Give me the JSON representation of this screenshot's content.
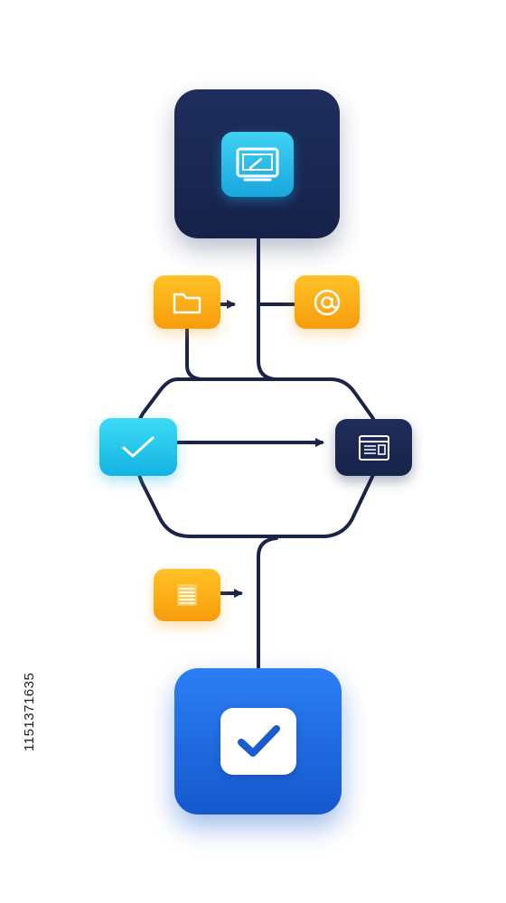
{
  "diagram": {
    "type": "flowchart",
    "stock_id": "1151371635",
    "colors": {
      "line": "#1b2447",
      "navy": "#1a2650",
      "cyan": "#22c3ea",
      "orange": "#fbae16",
      "blue": "#1f6be0"
    },
    "nodes": [
      {
        "id": "start",
        "icon": "monitor-icon",
        "color": "navy"
      },
      {
        "id": "folder",
        "icon": "folder-icon",
        "color": "orange"
      },
      {
        "id": "email",
        "icon": "at-sign-icon",
        "color": "orange"
      },
      {
        "id": "check",
        "icon": "checkmark-icon",
        "color": "cyan"
      },
      {
        "id": "document",
        "icon": "document-icon",
        "color": "navy"
      },
      {
        "id": "list",
        "icon": "list-icon",
        "color": "orange"
      },
      {
        "id": "end",
        "icon": "checkbox-icon",
        "color": "blue"
      }
    ],
    "edges": [
      {
        "from": "start",
        "to": "loop"
      },
      {
        "from": "folder",
        "to": "start-line"
      },
      {
        "from": "email",
        "to": "start-line"
      },
      {
        "from": "folder",
        "to": "loop"
      },
      {
        "from": "check",
        "to": "document"
      },
      {
        "from": "loop",
        "to": "end"
      },
      {
        "from": "list",
        "to": "end-line"
      }
    ]
  }
}
